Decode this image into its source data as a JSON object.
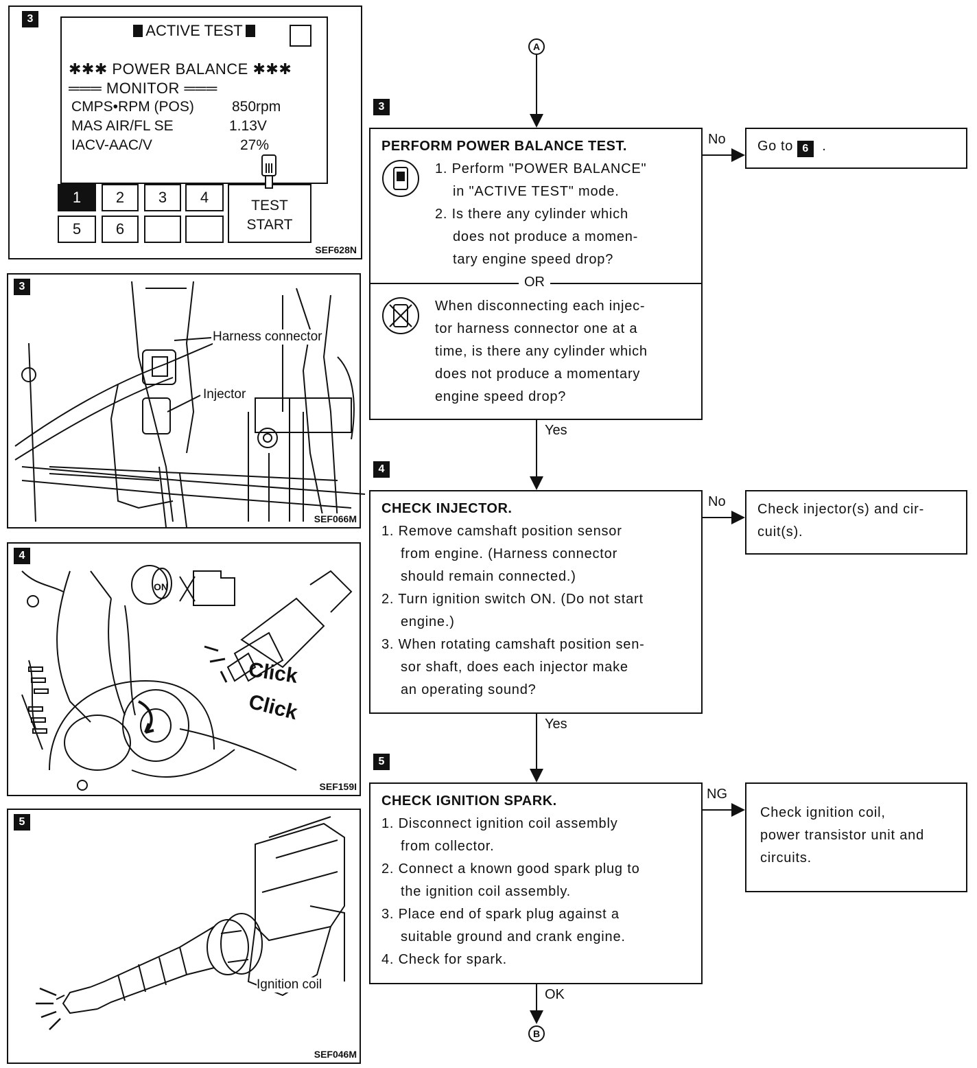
{
  "consult_screen": {
    "badge": "3",
    "title": "ACTIVE TEST",
    "line1": "✱✱✱ POWER BALANCE ✱✱✱",
    "line2": "═══ MONITOR ═══",
    "rows": [
      {
        "label": "CMPS•RPM (POS)",
        "value": "850rpm"
      },
      {
        "label": "MAS AIR/FL SE",
        "value": "1.13V"
      },
      {
        "label": "IACV-AAC/V",
        "value": "27%"
      }
    ],
    "keys": [
      "1",
      "2",
      "3",
      "4",
      "5",
      "6",
      "",
      ""
    ],
    "test_start": [
      "TEST",
      "START"
    ],
    "code": "SEF628N"
  },
  "figure_injector": {
    "badge": "3",
    "label_harness": "Harness connector",
    "label_injector": "Injector",
    "code": "SEF066M"
  },
  "figure_click": {
    "badge": "4",
    "key_text": "ON",
    "click1": "Click",
    "click2": "Click",
    "code": "SEF159I"
  },
  "figure_coil": {
    "badge": "5",
    "label_coil": "Ignition coil",
    "code": "SEF046M"
  },
  "flow": {
    "connector_top": "A",
    "connector_bottom": "B",
    "step3": {
      "badge": "3",
      "title": "PERFORM POWER BALANCE TEST.",
      "items": [
        "1. Perform \"POWER BALANCE\"",
        "in \"ACTIVE TEST\" mode.",
        "2. Is there any cylinder which",
        "does not produce a momen-",
        "tary engine speed drop?"
      ],
      "or": "OR",
      "alt": [
        "When disconnecting each injec-",
        "tor harness connector one at a",
        "time, is there any cylinder which",
        "does not produce a momentary",
        "engine speed drop?"
      ],
      "no_label": "No",
      "yes_label": "Yes",
      "no_result": "Go to",
      "no_result_badge": "6",
      "no_result_tail": "."
    },
    "step4": {
      "badge": "4",
      "title": "CHECK INJECTOR.",
      "items": [
        "1. Remove camshaft position sensor",
        "from engine. (Harness connector",
        "should remain connected.)",
        "2. Turn ignition switch ON. (Do not start",
        "engine.)",
        "3. When rotating camshaft position sen-",
        "sor shaft, does each injector make",
        "an operating sound?"
      ],
      "no_label": "No",
      "yes_label": "Yes",
      "no_result": [
        "Check injector(s) and cir-",
        "cuit(s)."
      ]
    },
    "step5": {
      "badge": "5",
      "title": "CHECK IGNITION SPARK.",
      "items": [
        "1. Disconnect ignition coil assembly",
        "from collector.",
        "2. Connect a known good spark plug to",
        "the ignition coil assembly.",
        "3. Place end of spark plug against a",
        "suitable ground and crank engine.",
        "4. Check for spark."
      ],
      "ng_label": "NG",
      "ok_label": "OK",
      "ng_result": [
        "Check ignition coil,",
        "power transistor unit and",
        "circuits."
      ]
    }
  }
}
